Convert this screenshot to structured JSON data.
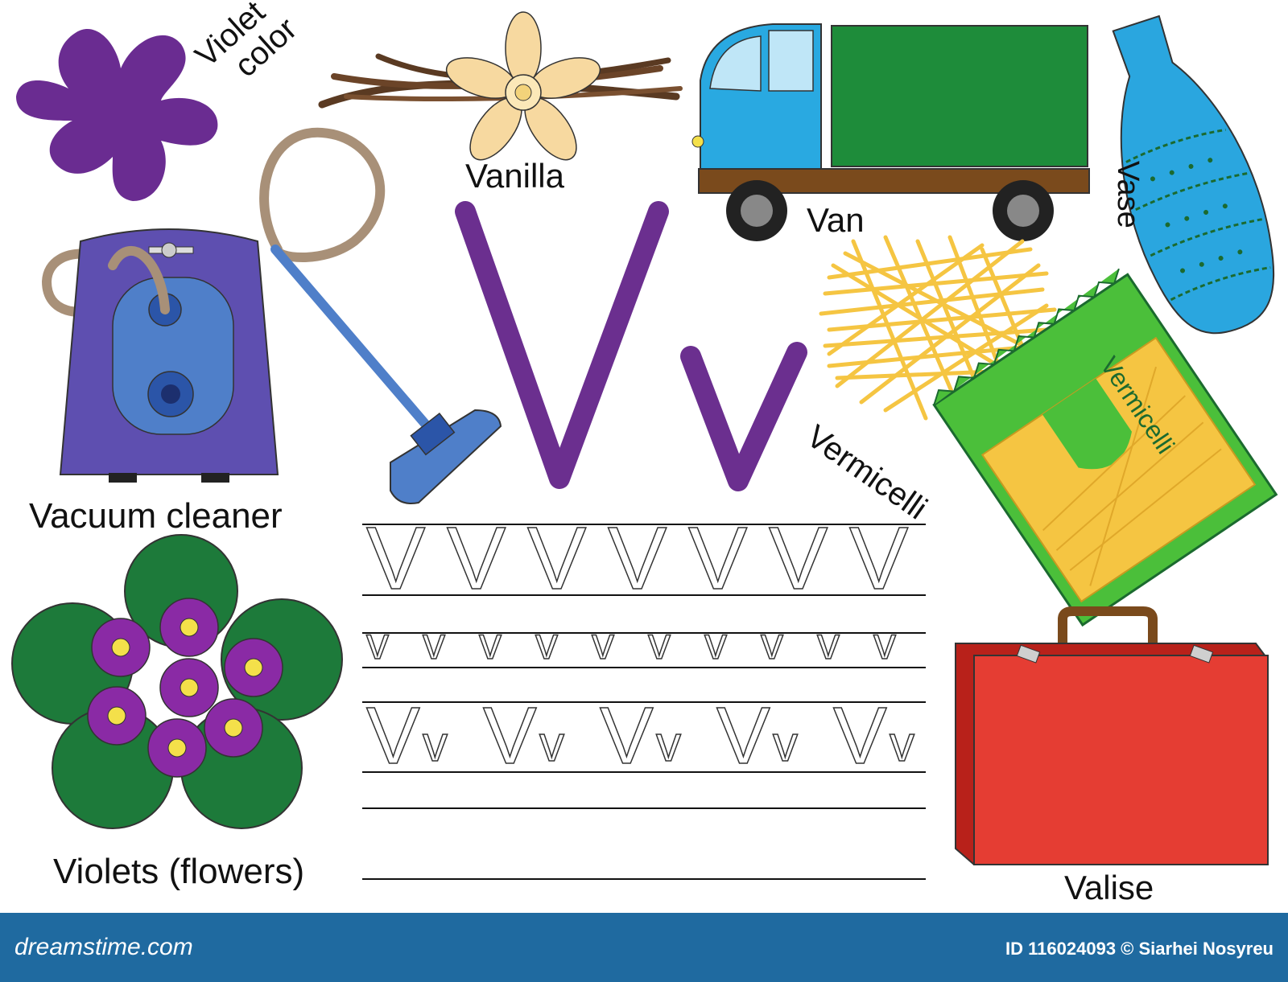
{
  "labels": {
    "violet_color_line1": "Violet",
    "violet_color_line2": "color",
    "vanilla": "Vanilla",
    "van": "Van",
    "vase": "Vase",
    "vacuum_cleaner": "Vacuum cleaner",
    "vermicelli": "Vermicelli",
    "vermicelli_pack": "Vermicelli",
    "violets": "Violets (flowers)",
    "valise": "Valise"
  },
  "letters": {
    "upper": "V",
    "lower": "v"
  },
  "tracing": {
    "row1": "V",
    "row2": "v",
    "row3_upper": "V",
    "row3_lower": "v"
  },
  "footer": {
    "brand": "dreamstime.com",
    "credit": "ID 116024093 © Siarhei Nosyreu"
  },
  "colors": {
    "letter_purple": "#6b2f8f",
    "violet_blob": "#6a2c91",
    "van_cab": "#29a9e1",
    "van_box": "#1e8c3a",
    "van_chassis": "#7a4a1c",
    "vase_blue": "#2aa6df",
    "valise_red": "#e53d33",
    "valise_handle": "#7a4a1c",
    "vacuum_body": "#5e4fb0",
    "vacuum_panel": "#4f7fc9",
    "vermicelli_yellow": "#f5c542",
    "pack_green": "#4bbf3a",
    "leaf_green": "#1d7a3a",
    "flower_purple": "#8a2aa5",
    "footer_bg": "#1f6aa0"
  },
  "icons": [
    "violet-blob-icon",
    "vanilla-flower-icon",
    "van-icon",
    "vase-icon",
    "vacuum-cleaner-icon",
    "vermicelli-icon",
    "vermicelli-pack-icon",
    "violets-flowers-icon",
    "valise-icon"
  ]
}
